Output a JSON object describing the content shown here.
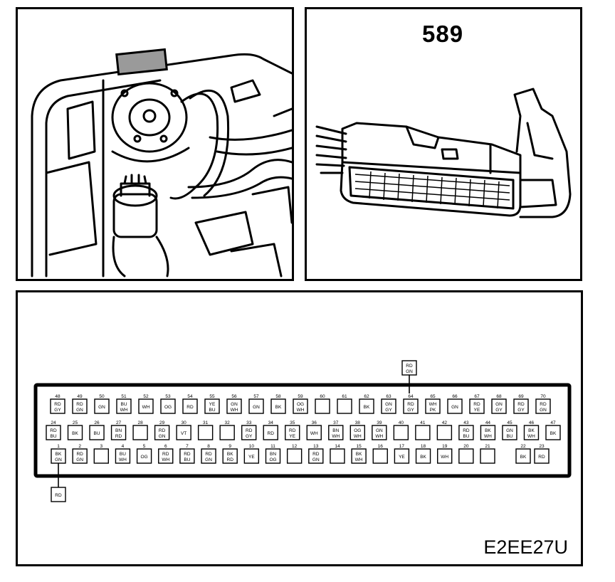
{
  "connector_id": "589",
  "figure_code": "E2EE27U",
  "top_row": [
    {
      "num": "48",
      "colors": [
        "RD",
        "GY"
      ]
    },
    {
      "num": "49",
      "colors": [
        "RD",
        "GN"
      ]
    },
    {
      "num": "50",
      "colors": [
        "GN"
      ]
    },
    {
      "num": "51",
      "colors": [
        "BU",
        "WH"
      ]
    },
    {
      "num": "52",
      "colors": [
        "WH"
      ]
    },
    {
      "num": "53",
      "colors": [
        "OG"
      ]
    },
    {
      "num": "54",
      "colors": [
        "RD"
      ]
    },
    {
      "num": "55",
      "colors": [
        "YE",
        "BU"
      ]
    },
    {
      "num": "56",
      "colors": [
        "GN",
        "WH"
      ]
    },
    {
      "num": "57",
      "colors": [
        "GN"
      ]
    },
    {
      "num": "58",
      "colors": [
        "BK"
      ]
    },
    {
      "num": "59",
      "colors": [
        "OG",
        "WH"
      ]
    },
    {
      "num": "60",
      "colors": []
    },
    {
      "num": "61",
      "colors": []
    },
    {
      "num": "62",
      "colors": [
        "BK"
      ]
    },
    {
      "num": "63",
      "colors": [
        "GN",
        "GY"
      ]
    },
    {
      "num": "64",
      "colors": [
        "RD",
        "GY"
      ]
    },
    {
      "num": "65",
      "colors": [
        "WH",
        "PK"
      ]
    },
    {
      "num": "66",
      "colors": [
        "GN"
      ]
    },
    {
      "num": "67",
      "colors": [
        "RD",
        "YE"
      ]
    },
    {
      "num": "68",
      "colors": [
        "GN",
        "GY"
      ]
    },
    {
      "num": "69",
      "colors": [
        "RD",
        "GY"
      ]
    },
    {
      "num": "70",
      "colors": [
        "RD",
        "GN"
      ]
    }
  ],
  "middle_row": [
    {
      "num": "24",
      "colors": [
        "RD",
        "BU"
      ]
    },
    {
      "num": "25",
      "colors": [
        "BK"
      ]
    },
    {
      "num": "26",
      "colors": [
        "BU"
      ]
    },
    {
      "num": "27",
      "colors": [
        "BN",
        "RD"
      ]
    },
    {
      "num": "28",
      "colors": []
    },
    {
      "num": "29",
      "colors": [
        "RD",
        "GN"
      ]
    },
    {
      "num": "30",
      "colors": [
        "VT"
      ]
    },
    {
      "num": "31",
      "colors": []
    },
    {
      "num": "32",
      "colors": []
    },
    {
      "num": "33",
      "colors": [
        "RD",
        "GY"
      ]
    },
    {
      "num": "34",
      "colors": [
        "RD"
      ]
    },
    {
      "num": "35",
      "colors": [
        "RD",
        "YE"
      ]
    },
    {
      "num": "36",
      "colors": [
        "WH"
      ]
    },
    {
      "num": "37",
      "colors": [
        "BN",
        "WH"
      ]
    },
    {
      "num": "38",
      "colors": [
        "OG",
        "WH"
      ]
    },
    {
      "num": "39",
      "colors": [
        "GN",
        "WH"
      ]
    },
    {
      "num": "40",
      "colors": []
    },
    {
      "num": "41",
      "colors": []
    },
    {
      "num": "42",
      "colors": []
    },
    {
      "num": "43",
      "colors": [
        "RD",
        "BU"
      ]
    },
    {
      "num": "44",
      "colors": [
        "BK",
        "WH"
      ]
    },
    {
      "num": "45",
      "colors": [
        "GN",
        "BU"
      ]
    },
    {
      "num": "46",
      "colors": [
        "BK",
        "WH"
      ]
    },
    {
      "num": "47",
      "colors": [
        "BK"
      ]
    }
  ],
  "bottom_row": [
    {
      "num": "1",
      "colors": [
        "BK",
        "GN"
      ]
    },
    {
      "num": "2",
      "colors": [
        "RD",
        "GN"
      ]
    },
    {
      "num": "3",
      "colors": []
    },
    {
      "num": "4",
      "colors": [
        "BU",
        "WH"
      ]
    },
    {
      "num": "5",
      "colors": [
        "OG"
      ]
    },
    {
      "num": "6",
      "colors": [
        "RD",
        "WH"
      ]
    },
    {
      "num": "7",
      "colors": [
        "RD",
        "BU"
      ]
    },
    {
      "num": "8",
      "colors": [
        "RD",
        "GN"
      ]
    },
    {
      "num": "9",
      "colors": [
        "BK",
        "RD"
      ]
    },
    {
      "num": "10",
      "colors": [
        "YE"
      ]
    },
    {
      "num": "11",
      "colors": [
        "BN",
        "OG"
      ]
    },
    {
      "num": "12",
      "colors": []
    },
    {
      "num": "13",
      "colors": [
        "RD",
        "GN"
      ]
    },
    {
      "num": "14",
      "colors": []
    },
    {
      "num": "15",
      "colors": [
        "BK",
        "WH"
      ]
    },
    {
      "num": "16",
      "colors": []
    },
    {
      "num": "17",
      "colors": [
        "YE"
      ]
    },
    {
      "num": "18",
      "colors": [
        "BK"
      ]
    },
    {
      "num": "19",
      "colors": [
        "WH"
      ]
    },
    {
      "num": "20",
      "colors": []
    },
    {
      "num": "21",
      "colors": []
    },
    {
      "num": "22",
      "colors": [
        "BK"
      ]
    },
    {
      "num": "23",
      "colors": [
        "RD"
      ]
    }
  ],
  "callout_top": {
    "pin": "64",
    "colors": [
      "RD",
      "GN"
    ]
  },
  "callout_bottom": {
    "pin": "1",
    "colors": [
      "RD"
    ]
  }
}
